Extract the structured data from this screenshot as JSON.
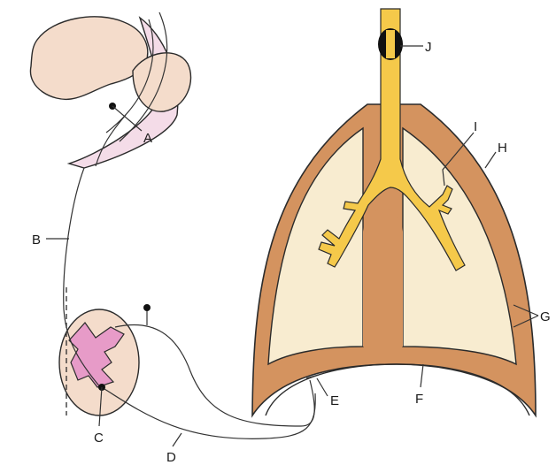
{
  "colors": {
    "brain": "#f4dccb",
    "brainstem": "#f4dce8",
    "spinal_gray": "#e79bc8",
    "chest_wall": "#d4935f",
    "lung": "#f8ecd0",
    "airway": "#f5c94a",
    "outline": "#2b2b2b"
  },
  "labels": {
    "A": "A",
    "B": "B",
    "C": "C",
    "D": "D",
    "E": "E",
    "F": "F",
    "G": "G",
    "H": "H",
    "I": "I",
    "J": "J"
  }
}
